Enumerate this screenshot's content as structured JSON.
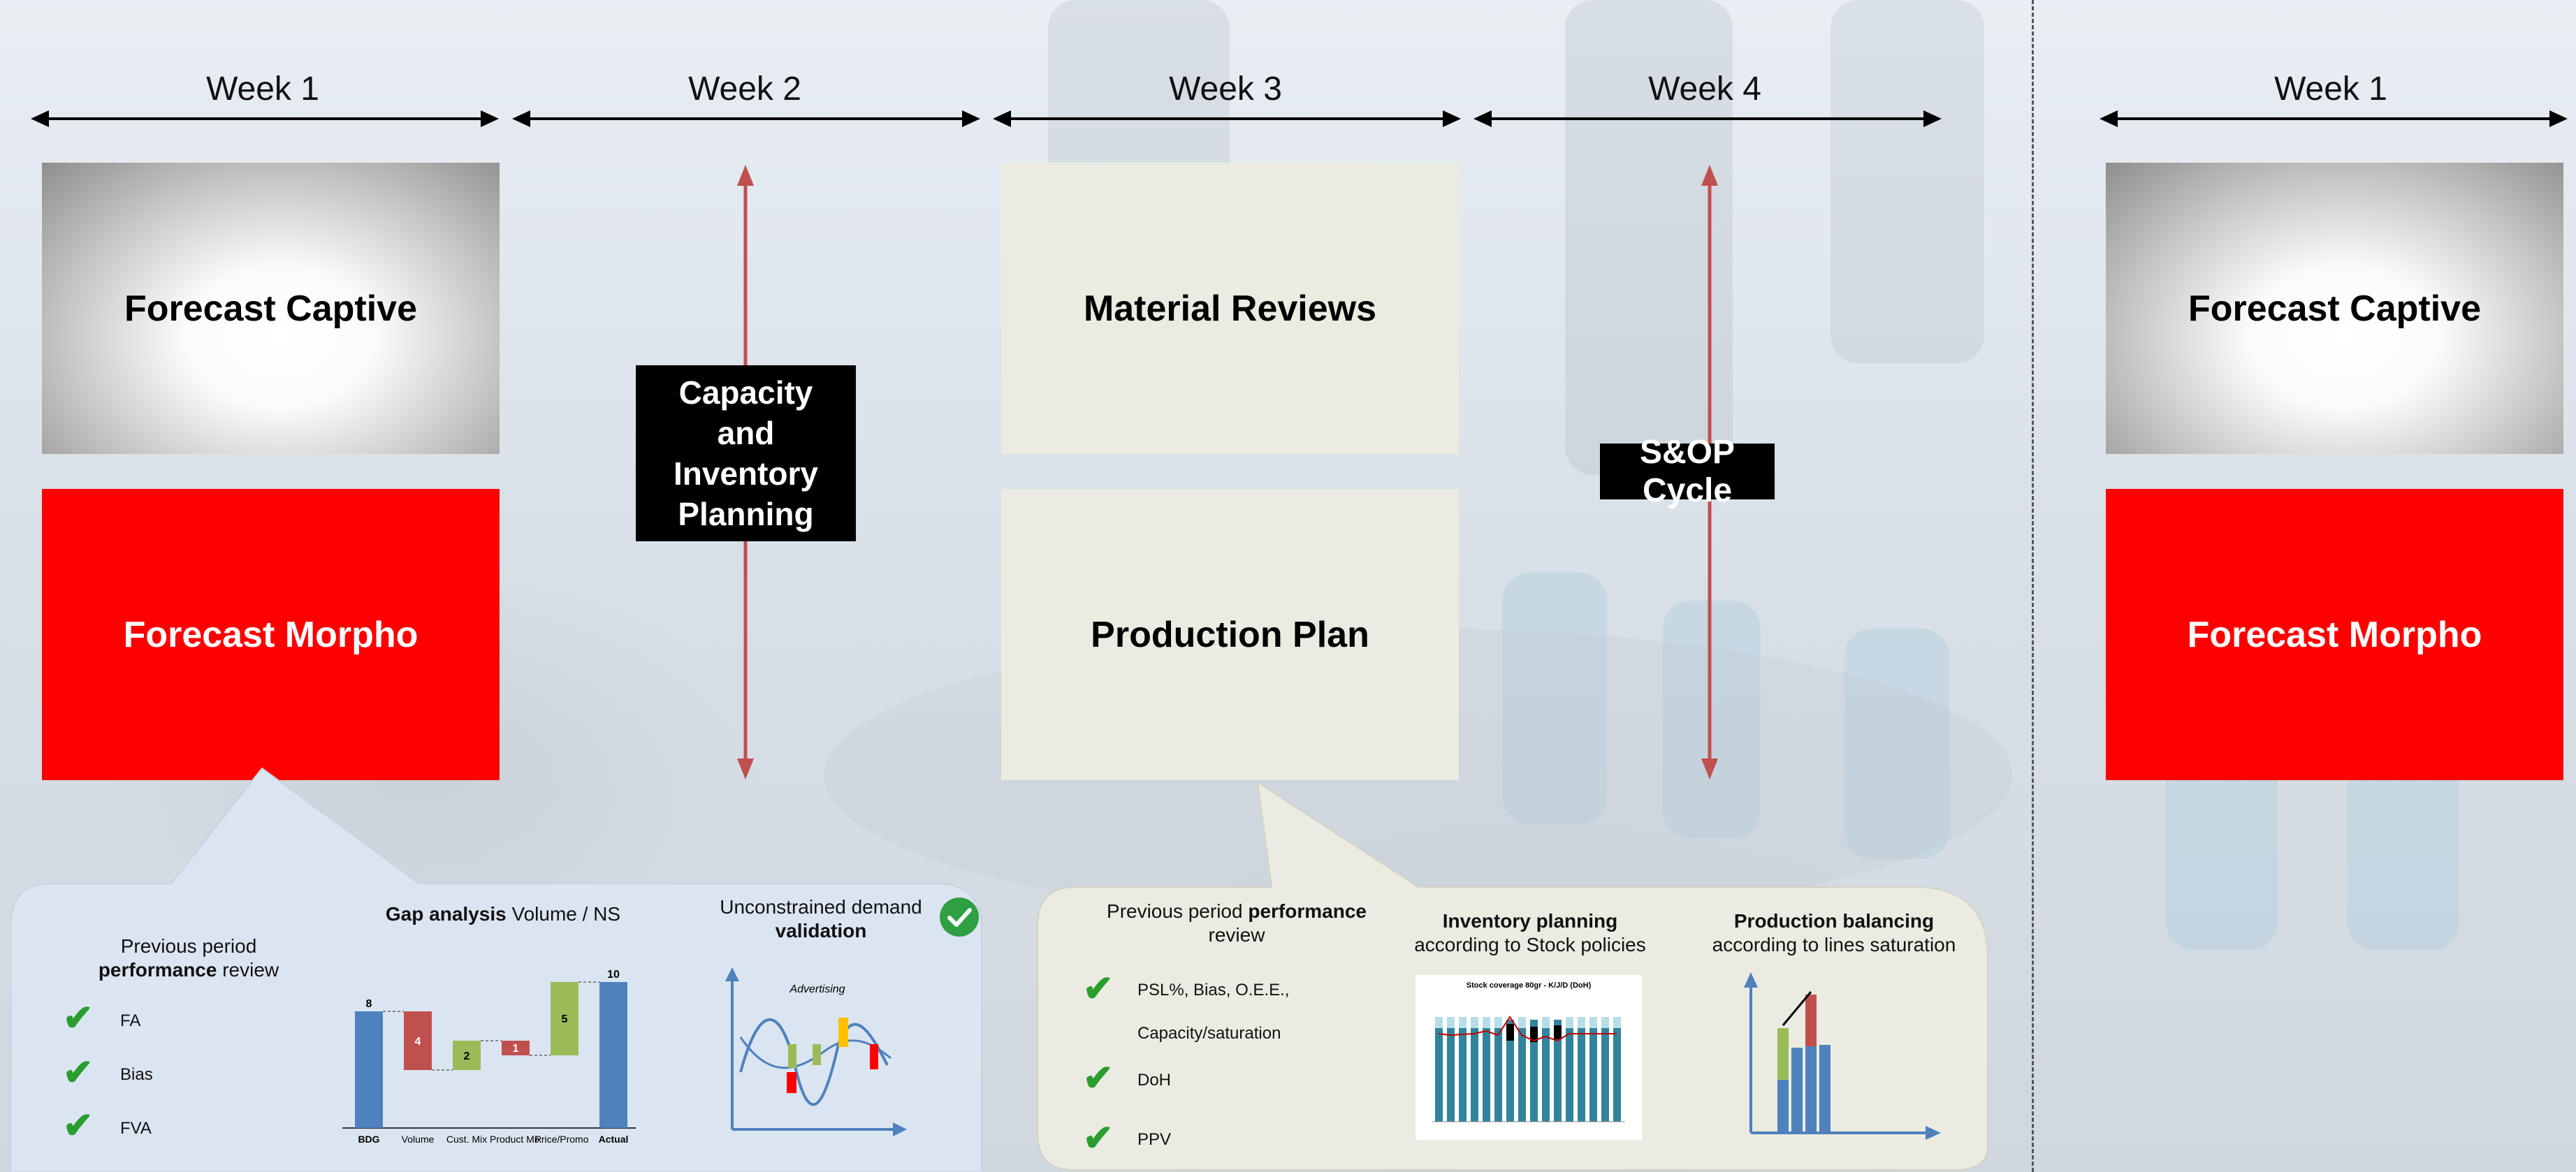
{
  "weeks": [
    "Week 1",
    "Week 2",
    "Week 3",
    "Week 4",
    "Week 1"
  ],
  "boxes": {
    "forecast_captive": "Forecast Captive",
    "forecast_morpho": "Forecast Morpho",
    "material_reviews": "Material Reviews",
    "production_plan": "Production Plan",
    "capacity_lines": [
      "Capacity",
      "and",
      "Inventory",
      "Planning"
    ],
    "sop_cycle": "S&OP Cycle"
  },
  "left_panel": {
    "review_prefix": "Previous period",
    "review_bold": "performance",
    "review_suffix": " review",
    "checks": [
      "FA",
      "Bias",
      "FVA"
    ],
    "gap_bold": "Gap analysis",
    "gap_rest": " Volume / NS",
    "demand_line1": "Unconstrained demand",
    "demand_line2": "validation",
    "advertising": "Advertising",
    "waterfall": {
      "labels": [
        "BDG",
        "Volume",
        "Cust. Mix",
        "Product Mix",
        "Price/Promo",
        "Actual"
      ],
      "values": [
        "8",
        "4",
        "2",
        "1",
        "5",
        "10"
      ]
    }
  },
  "right_panel": {
    "review_prefix": "Previous period",
    "review_bold": "performance",
    "review_suffix": "review",
    "checks": [
      "PSL%, Bias, O.E.E.,",
      "DoH",
      "PPV"
    ],
    "extra_line": "Capacity/saturation",
    "inv_title": "Inventory planning",
    "inv_sub": "according to Stock policies",
    "inv_chart_title": "Stock coverage 80gr - K/J/D (DoH)",
    "prod_title": "Production balancing",
    "prod_sub": "according to lines saturation"
  },
  "colors": {
    "red": "#ff0000",
    "cream": "#ecebe2",
    "arrow_red": "#c0504d",
    "check_green": "#2a9d2f",
    "bar_blue": "#4f81bd",
    "bar_red": "#c0504d",
    "bar_green": "#9bbb59",
    "panel_blue": "#dbe5f1"
  }
}
